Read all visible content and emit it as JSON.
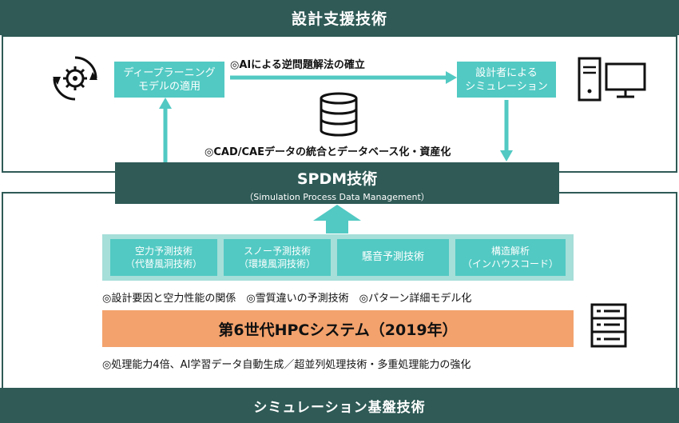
{
  "header": {
    "title": "設計支援技術"
  },
  "top_boxes": {
    "deep_learning": "ディープラーニング\nモデルの適用",
    "simulation": "設計者による\nシミュレーション"
  },
  "captions": {
    "ai_inverse": "◎AIによる逆問題解法の確立",
    "cad_cae": "◎CAD/CAEデータの統合とデータベース化・資産化"
  },
  "spdm": {
    "title": "SPDM技術",
    "subtitle": "（Simulation Process Data Management）"
  },
  "techs": [
    {
      "label": "空力予測技術\n（代替風洞技術）"
    },
    {
      "label": "スノー予測技術\n（環境風洞技術）"
    },
    {
      "label": "騒音予測技術"
    },
    {
      "label": "構造解析\n（インハウスコード）"
    }
  ],
  "bullets": {
    "row1": "◎設計要因と空力性能の関係　◎雪質違いの予測技術　◎パターン詳細モデル化",
    "row2": "◎処理能力4倍、AI学習データ自動生成／超並列処理技術・多重処理能力の強化"
  },
  "hpc": {
    "label": "第6世代HPCシステム（2019年）"
  },
  "footer": {
    "title": "シミュレーション基盤技術"
  },
  "icons": [
    "gear-cycle-icon",
    "database-icon",
    "computer-icon",
    "server-icon"
  ],
  "colors": {
    "dark_teal": "#2f5a56",
    "teal": "#52c9c3",
    "light_teal": "#a6ded9",
    "orange": "#f3a26d"
  }
}
